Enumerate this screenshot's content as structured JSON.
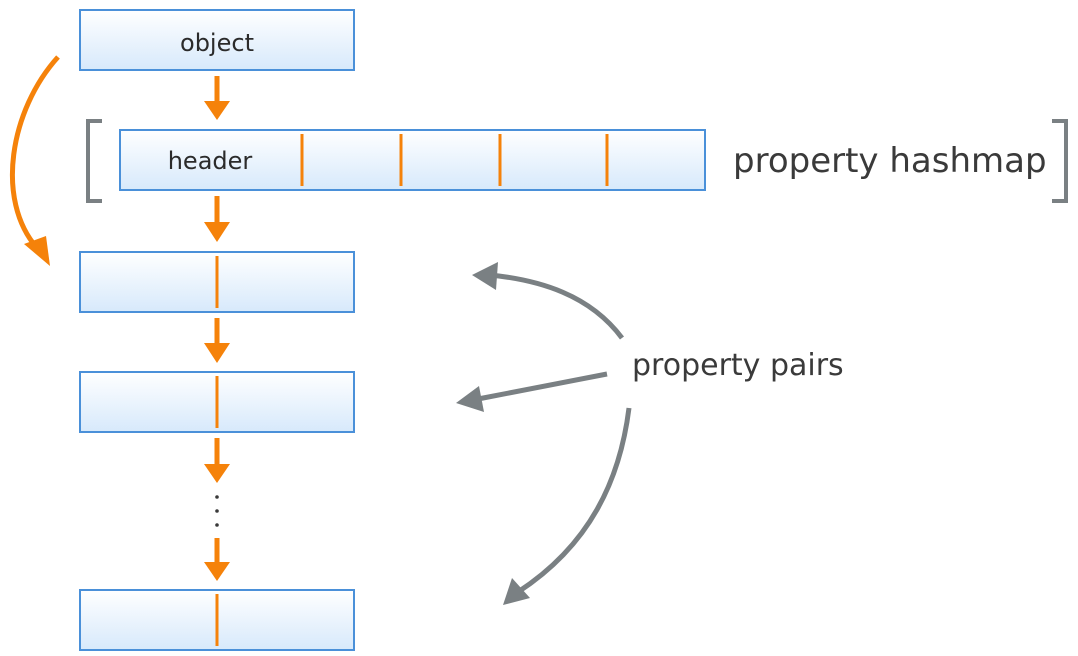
{
  "object_box": {
    "label": "object"
  },
  "hashmap": {
    "header_label": "header",
    "bracket_label": "property hashmap"
  },
  "pairs": {
    "label": "property pairs",
    "ellipsis": "⋮"
  },
  "colors": {
    "box_fill_top": "#ffffff",
    "box_fill_bottom": "#d7e9fb",
    "box_stroke": "#4a90d9",
    "orange": "#f5820a",
    "gray": "#7a8083"
  }
}
